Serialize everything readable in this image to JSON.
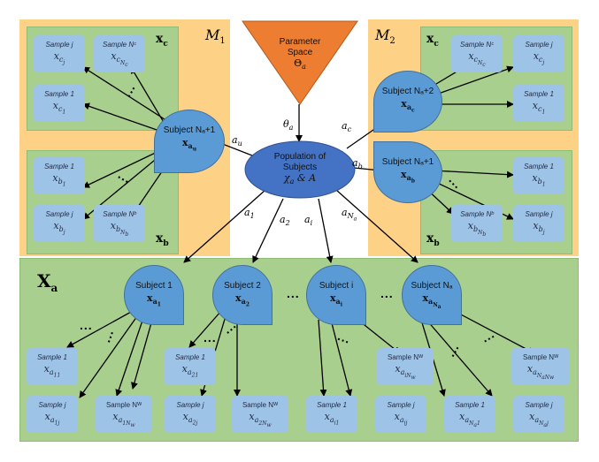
{
  "models": {
    "m1": {
      "label": "M",
      "sub": "1"
    },
    "m2": {
      "label": "M",
      "sub": "2"
    }
  },
  "parameter_space": {
    "line1": "Parameter",
    "line2": "Space",
    "theta": "Θ",
    "theta_sub": "a"
  },
  "population": {
    "line1": "Population of",
    "line2": "Subjects",
    "line3_chi": "χ",
    "line3_sub": "a",
    "line3_rest": " & A"
  },
  "edges": {
    "theta_a": {
      "t": "θ",
      "s": "a"
    },
    "a_u": {
      "t": "a",
      "s": "u"
    },
    "a_c": {
      "t": "a",
      "s": "c"
    },
    "a_b": {
      "t": "a",
      "s": "b"
    },
    "a_1": {
      "t": "a",
      "s": "1"
    },
    "a_2": {
      "t": "a",
      "s": "2"
    },
    "a_i": {
      "t": "a",
      "s": "i"
    },
    "a_Na": {
      "t": "a",
      "s": "N",
      "ss": "a"
    }
  },
  "sets": {
    "xc_left": {
      "b": "x",
      "s": "c"
    },
    "xb_left": {
      "b": "x",
      "s": "b"
    },
    "xc_right": {
      "b": "x",
      "s": "c"
    },
    "xb_right": {
      "b": "x",
      "s": "b"
    },
    "xa": {
      "b": "X",
      "s": "a"
    }
  },
  "subjects": {
    "su": {
      "name": "Subject Nₐ+1",
      "b": "x",
      "s": "a",
      "ss": "u"
    },
    "sc": {
      "name": "Subject Nₐ+2",
      "b": "x",
      "s": "a",
      "ss": "c"
    },
    "sb": {
      "name": "Subject Nₐ+1",
      "b": "x",
      "s": "a",
      "ss": "b"
    },
    "s1": {
      "name": "Subject 1",
      "b": "x",
      "s": "a",
      "ss": "1"
    },
    "s2": {
      "name": "Subject 2",
      "b": "x",
      "s": "a",
      "ss": "2"
    },
    "si": {
      "name": "Subject i",
      "b": "x",
      "s": "a",
      "ss": "i"
    },
    "sn": {
      "name": "Subject Nₐ",
      "b": "x",
      "s": "a",
      "ss": "N",
      "sss": "a"
    }
  },
  "samples": {
    "lc_j": {
      "label": "Sample j",
      "v": "x",
      "s": "c",
      "ss": "j"
    },
    "lc_n": {
      "label": "Sample Nᶜ",
      "v": "x",
      "s": "c",
      "ss": "N",
      "sss": "c"
    },
    "lc_1": {
      "label": "Sample 1",
      "v": "x",
      "s": "c",
      "ss": "1"
    },
    "lb_1": {
      "label": "Sample 1",
      "v": "x",
      "s": "b",
      "ss": "1"
    },
    "lb_j": {
      "label": "Sample j",
      "v": "x",
      "s": "b",
      "ss": "j"
    },
    "lb_n": {
      "label": "Sample Nᵇ",
      "v": "x",
      "s": "b",
      "ss": "N",
      "sss": "b"
    },
    "rc_n": {
      "label": "Sample Nᶜ",
      "v": "x",
      "s": "c",
      "ss": "N",
      "sss": "c"
    },
    "rc_j": {
      "label": "Sample j",
      "v": "x",
      "s": "c",
      "ss": "j"
    },
    "rc_1": {
      "label": "Sample 1",
      "v": "x",
      "s": "c",
      "ss": "1"
    },
    "rb_1": {
      "label": "Sample 1",
      "v": "x",
      "s": "b",
      "ss": "1"
    },
    "rb_n": {
      "label": "Sample Nᵇ",
      "v": "x",
      "s": "b",
      "ss": "N",
      "sss": "b"
    },
    "rb_j": {
      "label": "Sample j",
      "v": "x",
      "s": "b",
      "ss": "j"
    },
    "a1_1": {
      "label": "Sample 1",
      "v": "x",
      "s": "a",
      "ss": "11"
    },
    "a1_j": {
      "label": "Sample j",
      "v": "x",
      "s": "a",
      "ss": "1j"
    },
    "a1_n": {
      "label": "Sample Nᵂ",
      "v": "x",
      "s": "a",
      "ss": "1N",
      "sss": "w"
    },
    "a2_1": {
      "label": "Sample 1",
      "v": "x",
      "s": "a",
      "ss": "21"
    },
    "a2_j": {
      "label": "Sample j",
      "v": "x",
      "s": "a",
      "ss": "2j"
    },
    "a2_n": {
      "label": "Sample Nᵂ",
      "v": "x",
      "s": "a",
      "ss": "2N",
      "sss": "w"
    },
    "ai_n": {
      "label": "Sample Nᵂ",
      "v": "x",
      "s": "a",
      "ss": "iN",
      "sss": "w"
    },
    "ai_1": {
      "label": "Sample 1",
      "v": "x",
      "s": "a",
      "ss": "i1"
    },
    "ai_j": {
      "label": "Sample j",
      "v": "x",
      "s": "a",
      "ss": "ij"
    },
    "an_n": {
      "label": "Sample Nᵂ",
      "v": "x",
      "s": "a",
      "ss": "N",
      "sss": "a",
      "ssss": "N",
      "sssss": "w"
    },
    "an_1": {
      "label": "Sample 1",
      "v": "x",
      "s": "a",
      "ss": "N",
      "sss": "a",
      "ssss": "1"
    },
    "an_j": {
      "label": "Sample j",
      "v": "x",
      "s": "a",
      "ss": "N",
      "sss": "a",
      "ssss": "j"
    }
  },
  "dots": "..."
}
